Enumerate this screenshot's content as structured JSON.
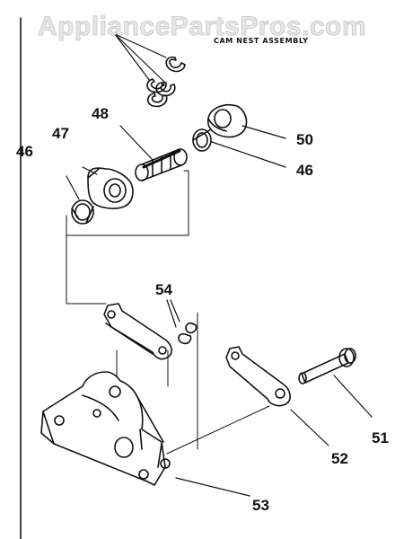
{
  "watermark": "AppliancePartsPros.com",
  "title": "CAM NEST ASSEMBLY",
  "parts": {
    "p46a": "46",
    "p46b": "46",
    "p47": "47",
    "p48": "48",
    "p50": "50",
    "p51": "51",
    "p52": "52",
    "p53": "53",
    "p54": "54"
  },
  "colors": {
    "ink": "#111111",
    "watermark": "#c6c6c6"
  }
}
